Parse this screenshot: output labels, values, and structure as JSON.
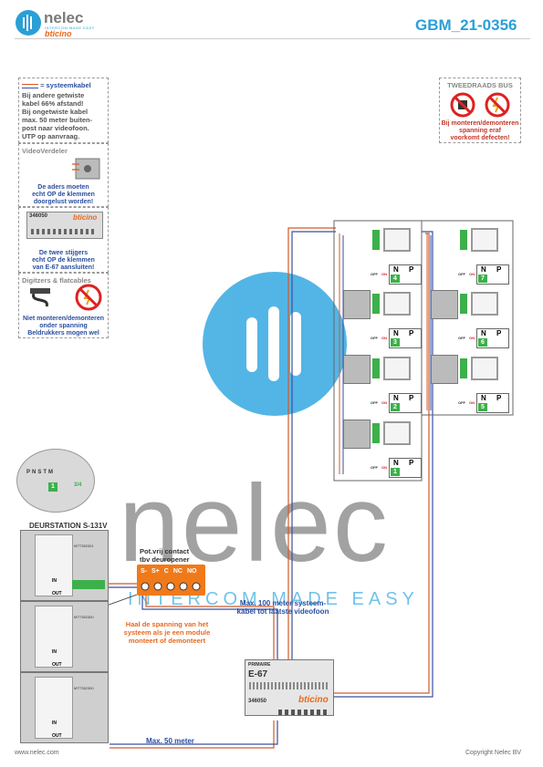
{
  "header": {
    "title": "GBM_21-0356",
    "logo_name": "nelec",
    "logo_tag": "INTERCOM MADE EASY",
    "logo_brand": "bticino"
  },
  "notes": {
    "system_cable_legend": "= systeemkabel",
    "system_cable_lines": [
      "Bij andere getwiste",
      "kabel 66% afstand!",
      "Bij ongetwiste kabel",
      "max. 50 meter buiten-",
      "post naar videofoon.",
      "UTP op aanvraag."
    ],
    "videoverdeler_title": "VideoVerdeler",
    "videoverdeler_note": [
      "De aders moeten",
      "echt OP de klemmen",
      "doorgelust worden!"
    ],
    "risers_note": [
      "De twee stijgers",
      "echt OP de klemmen",
      "van E-67 aansluiten!"
    ],
    "risers_model": "346050",
    "digitizers_title": "Digitzers & flatcables",
    "digitizers_note": [
      "Niet monteren/demonteren",
      "onder spanning",
      "Beldrukkers mogen wel"
    ],
    "two_wire_title": "TWEEDRAADS BUS",
    "two_wire_note": [
      "Bij monteren/demonteren",
      "spanning eraf",
      "voorkomt defecten!"
    ]
  },
  "door_station": {
    "title": "DEURSTATION S-131V",
    "module_codes": [
      "MTT352301",
      "MTT352300",
      "MTT352300"
    ],
    "in_label": "IN",
    "out_label": "OUT",
    "dip_labels": [
      "P",
      "N",
      "S",
      "T",
      "M"
    ],
    "dip_value": "1",
    "dip_small": "3/4"
  },
  "relay": {
    "title": [
      "Pot.vrij contact",
      "tbv deuropener"
    ],
    "terminals": [
      "S-",
      "S+",
      "C",
      "NC",
      "NO"
    ]
  },
  "info": {
    "max100": [
      "Max. 100 meter systeem-",
      "kabel tot laatste videofoon"
    ],
    "power_off": [
      "Haal de spanning van het",
      "systeem als je een module",
      "monteert of demonteert"
    ],
    "max50": "Max. 50 meter"
  },
  "power_supply": {
    "primary": "PRIMAIRE",
    "model": "E-67",
    "code": "346050",
    "brand": "bticino"
  },
  "phones": [
    {
      "id": "7",
      "col": 1,
      "row": 0
    },
    {
      "id": "4",
      "col": 0,
      "row": 0
    },
    {
      "id": "6",
      "col": 1,
      "row": 1
    },
    {
      "id": "3",
      "col": 0,
      "row": 1
    },
    {
      "id": "5",
      "col": 1,
      "row": 2
    },
    {
      "id": "2",
      "col": 0,
      "row": 2
    },
    {
      "id": "1",
      "col": 0,
      "row": 3
    }
  ],
  "phone_labels": {
    "n": "N",
    "p": "P",
    "off": "OFF",
    "on": "ON"
  },
  "watermark": {
    "name": "nelec",
    "tag": "INTERCOM MADE EASY"
  },
  "footer": {
    "left": "www.nelec.com",
    "right": "Copyright Nelec BV"
  },
  "colors": {
    "accent": "#2a9fd6",
    "orange": "#f07a1a",
    "brand_orange": "#e8691d",
    "green": "#3cb04a",
    "red": "#c0392b"
  }
}
